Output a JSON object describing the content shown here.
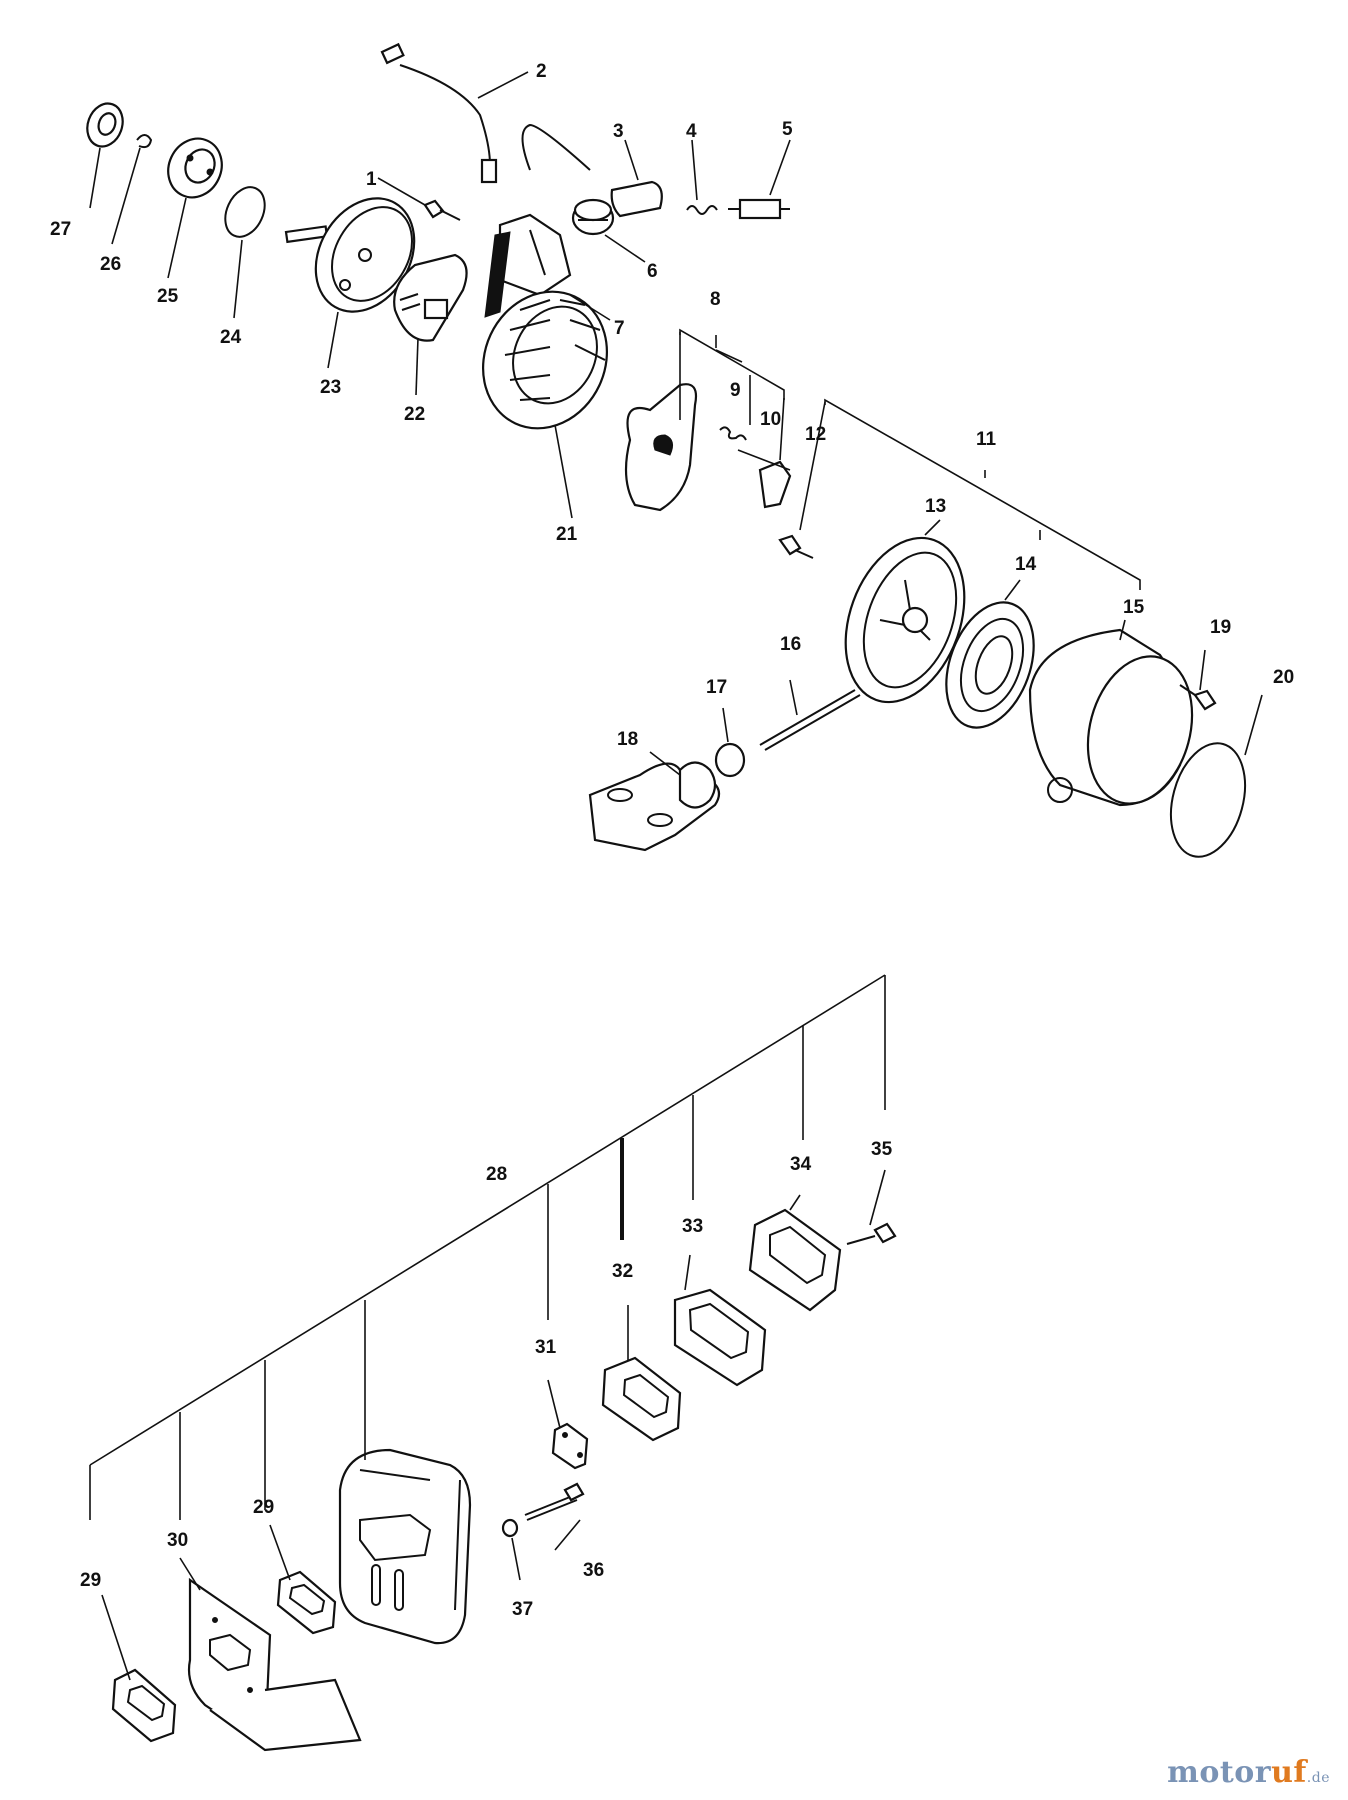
{
  "diagram": {
    "part_labels": [
      "1",
      "2",
      "3",
      "4",
      "5",
      "6",
      "7",
      "8",
      "9",
      "10",
      "11",
      "12",
      "13",
      "14",
      "15",
      "16",
      "17",
      "18",
      "19",
      "20",
      "21",
      "22",
      "23",
      "24",
      "25",
      "26",
      "27",
      "28",
      "29",
      "29",
      "30",
      "31",
      "32",
      "33",
      "34",
      "35",
      "36",
      "37"
    ]
  },
  "watermark": {
    "part1": "motor",
    "part2": "uf",
    "suffix": ".de"
  }
}
